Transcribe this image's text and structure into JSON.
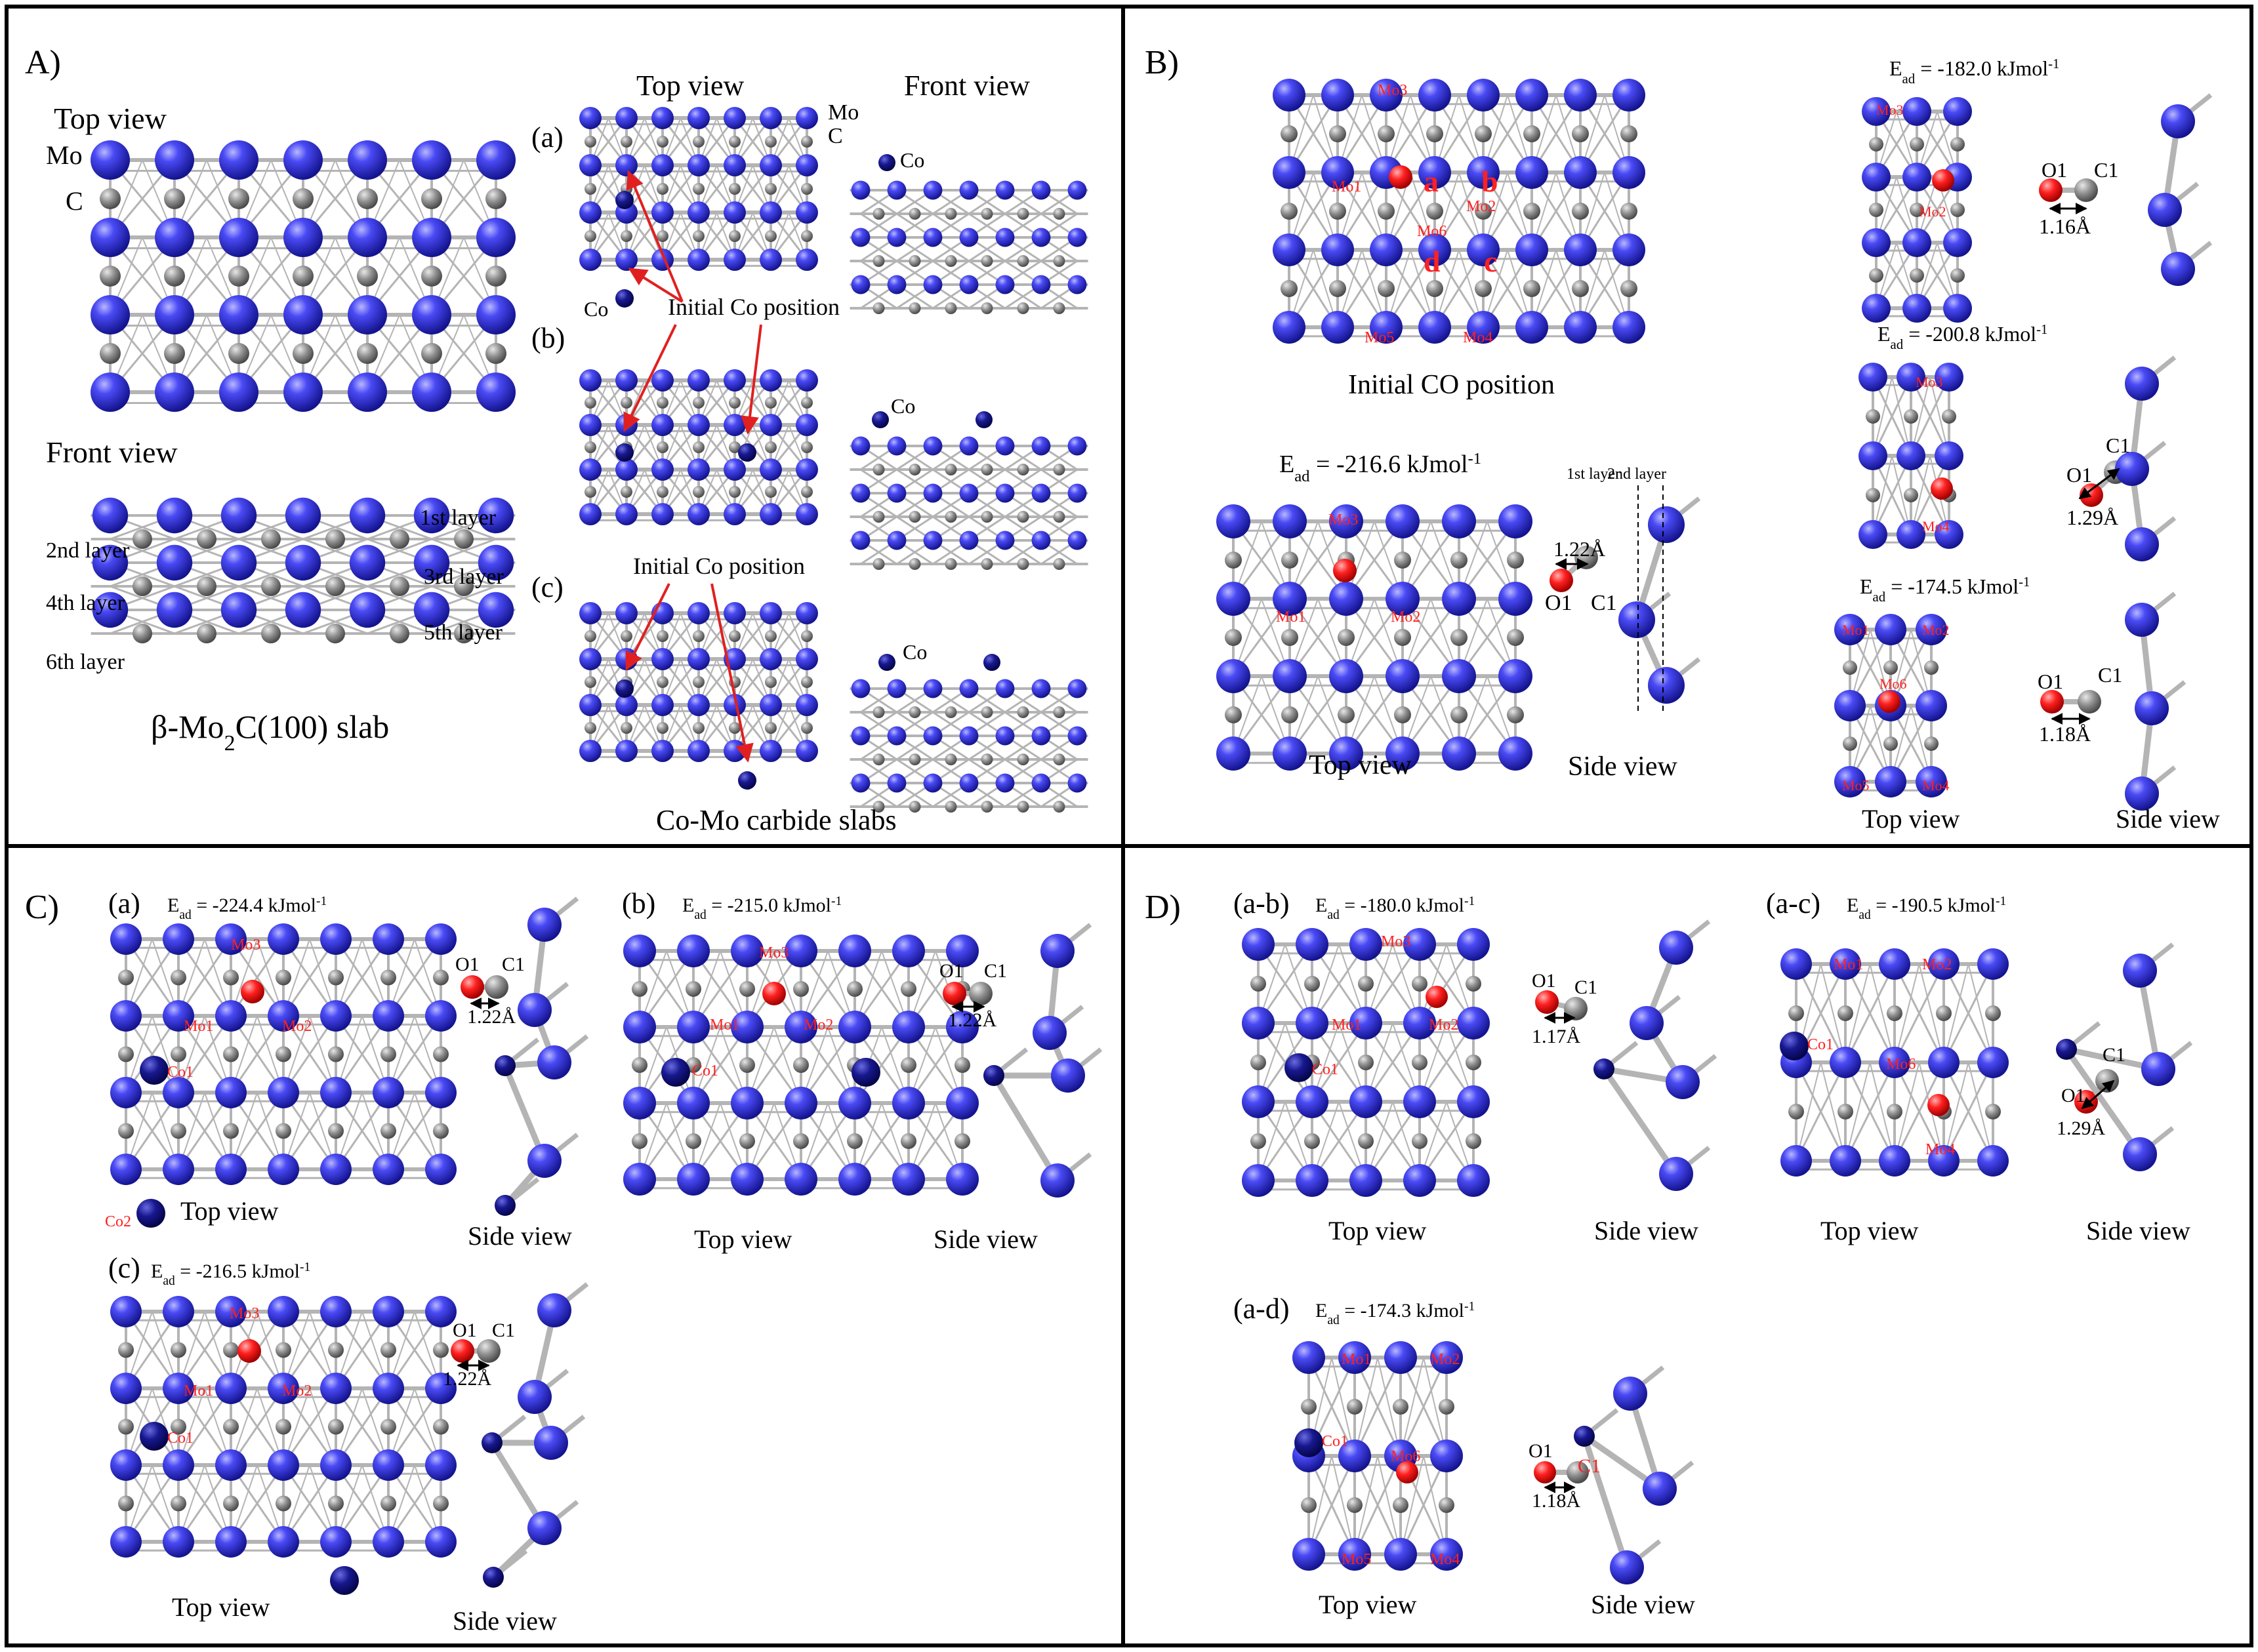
{
  "panels": {
    "A": {
      "label": "A)",
      "top_view": "Top view",
      "front_view": "Front view",
      "mo": "Mo",
      "c": "C",
      "layers": [
        "1st layer",
        "2nd layer",
        "3rd layer",
        "4th layer",
        "5th layer",
        "6th layer"
      ],
      "slab_caption_pre": "β-Mo",
      "slab_caption_sub": "2",
      "slab_caption_post": "C(100) slab",
      "sub_a": "(a)",
      "sub_b": "(b)",
      "sub_c": "(c)",
      "co": "Co",
      "initial_co": "Initial Co position",
      "carbide_caption": "Co-Mo carbide slabs"
    },
    "B": {
      "label": "B)",
      "initial_co": "Initial CO position",
      "site_a": "a",
      "site_b": "b",
      "site_c": "c",
      "site_d": "d",
      "e_main": "= -216.6 kJmol",
      "e_r1": "= -182.0 kJmol",
      "e_r2": "= -200.8 kJmol",
      "e_r3": "= -174.5 kJmol",
      "d_main": "1.22Å",
      "d_r1": "1.16Å",
      "d_r2": "1.29Å",
      "d_r3": "1.18Å",
      "first_layer": "1st layer",
      "second_layer": "2nd layer"
    },
    "C": {
      "label": "C)",
      "sub_a": "(a)",
      "sub_b": "(b)",
      "sub_c": "(c)",
      "e_a": "= -224.4 kJmol",
      "e_b": "= -215.0 kJmol",
      "e_c": "= -216.5 kJmol",
      "d_a": "1.22Å",
      "d_b": "1.22Å",
      "d_c": "1.22Å",
      "co1": "Co1",
      "co2": "Co2"
    },
    "D": {
      "label": "D)",
      "sub_ab": "(a-b)",
      "sub_ac": "(a-c)",
      "sub_ad": "(a-d)",
      "e_ab": "= -180.0 kJmol",
      "e_ac": "= -190.5 kJmol",
      "e_ad": "= -174.3 kJmol",
      "d_ab": "1.17Å",
      "d_ac": "1.29Å",
      "d_ad": "1.18Å",
      "co1": "Co1"
    }
  },
  "common": {
    "top_view": "Top view",
    "side_view": "Side view",
    "e_sym": "E",
    "e_sub": "ad",
    "unit_exp": "-1",
    "o1": "O1",
    "c1": "C1",
    "mo1": "Mo1",
    "mo2": "Mo2",
    "mo3": "Mo3",
    "mo4": "Mo4",
    "mo5": "Mo5",
    "mo6": "Mo6"
  },
  "colors": {
    "mo": "#3c3cf0",
    "mo_dark": "#1414a0",
    "c_atom": "#8a8a8a",
    "co_atom": "#10107a",
    "o_atom": "#ff1a1a",
    "label_red": "#ff2020",
    "bond": "#b4b4b4",
    "border": "#000000"
  }
}
